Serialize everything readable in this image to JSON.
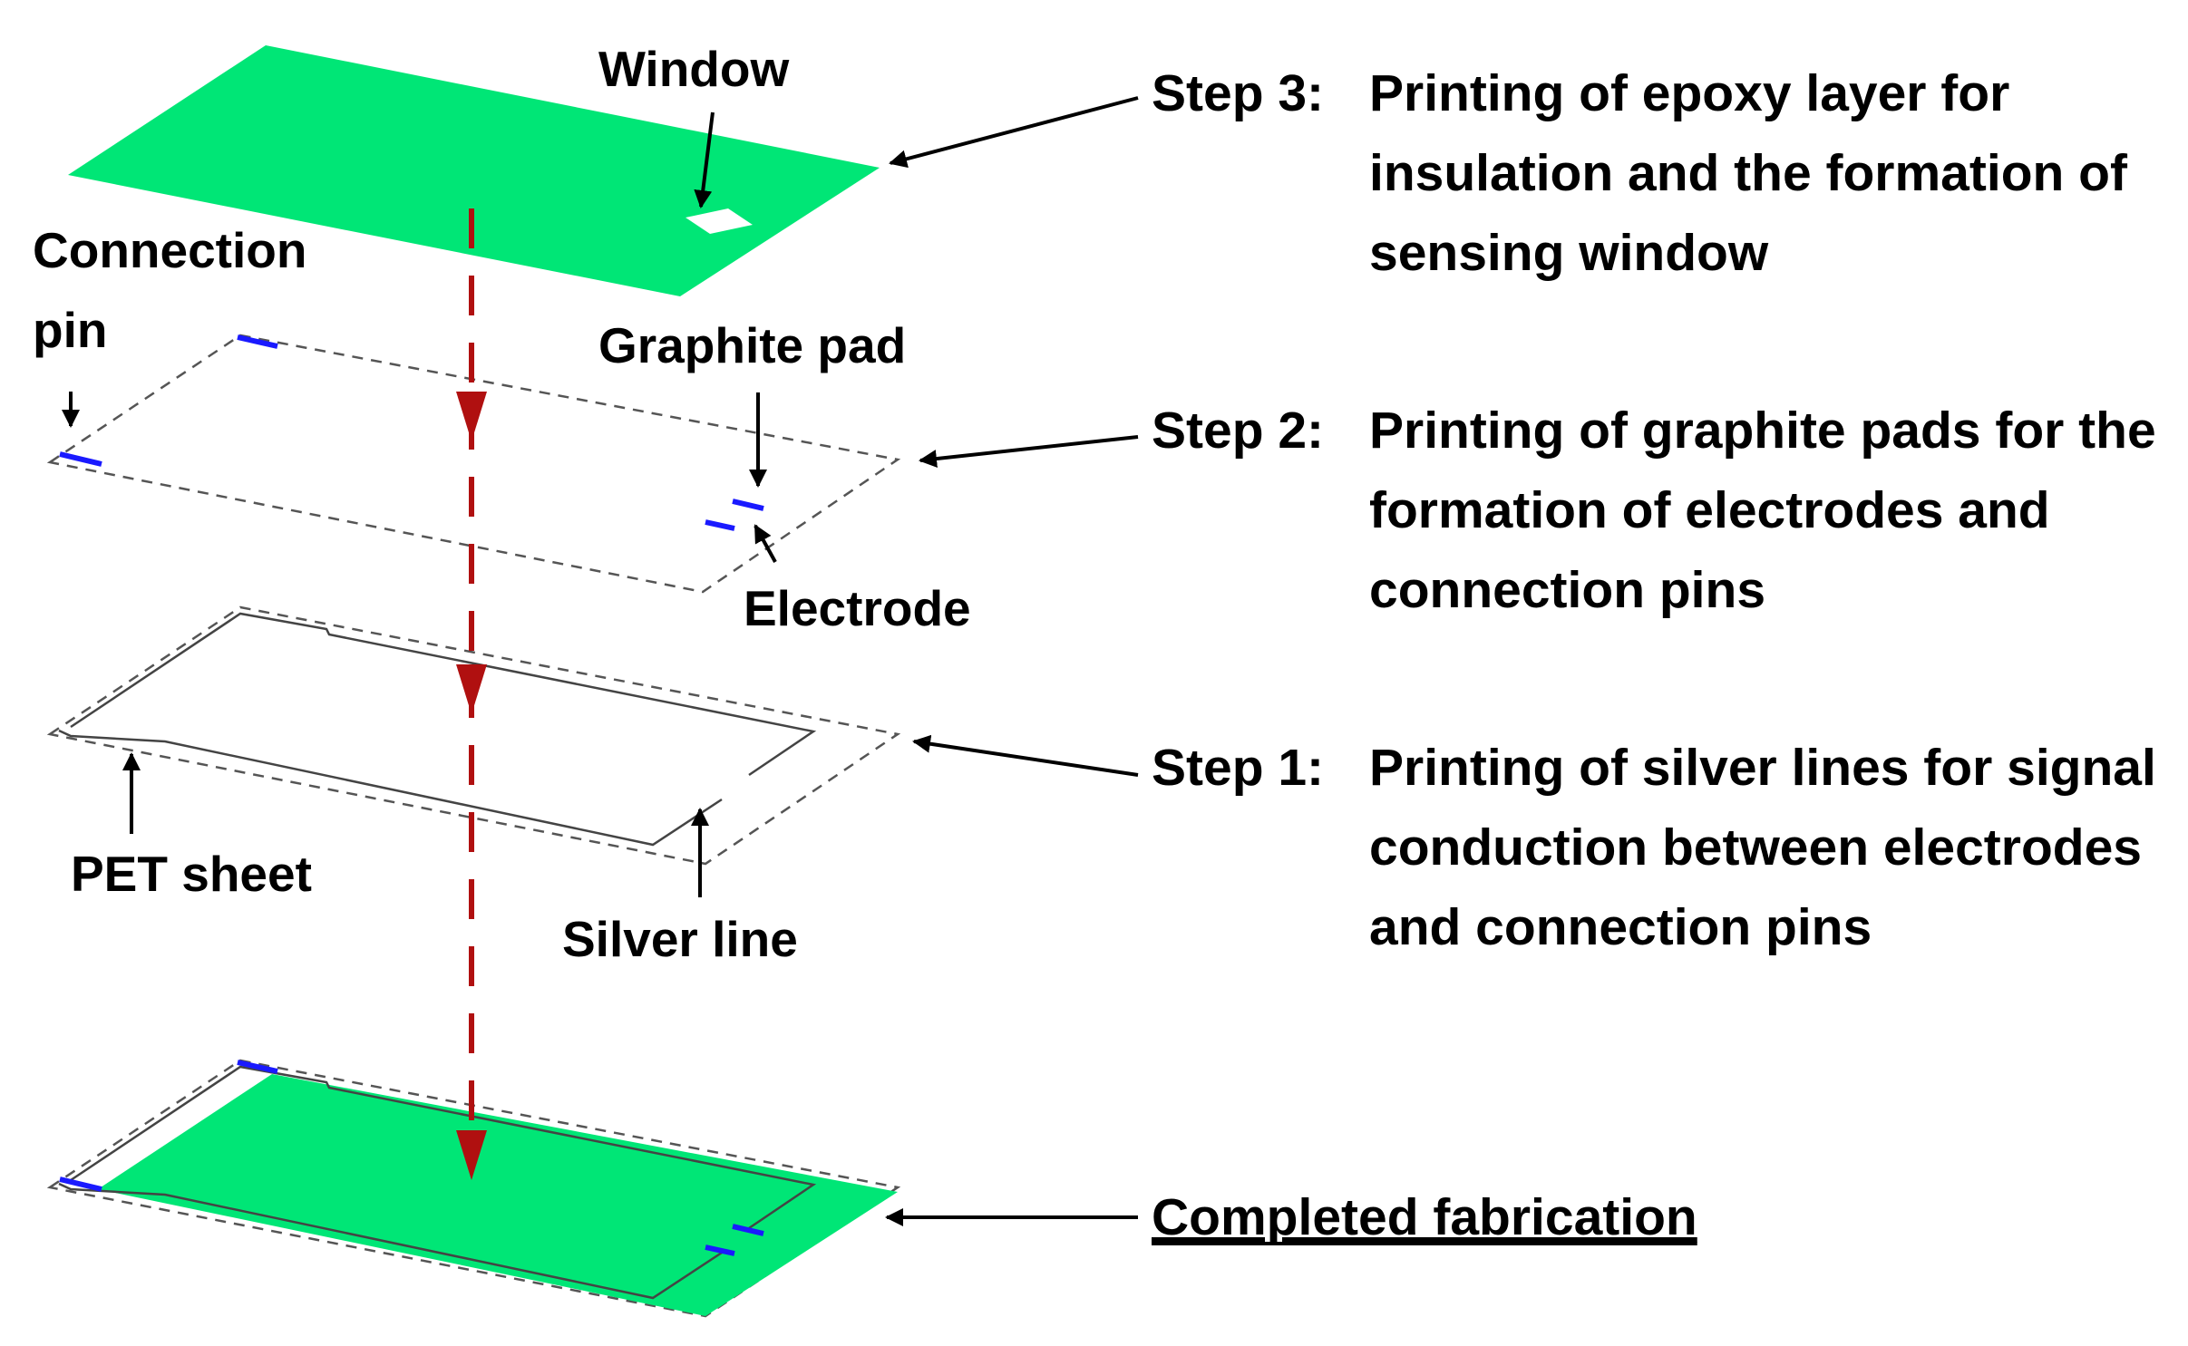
{
  "colors": {
    "epoxy": "#00e676",
    "graphite": "#1a1aff",
    "flow_arrow": "#b01010",
    "outline": "#555555"
  },
  "labels": {
    "window": "Window",
    "connection_pin_line1": "Connection",
    "connection_pin_line2": "pin",
    "graphite_pad": "Graphite pad",
    "electrode": "Electrode",
    "pet_sheet": "PET sheet",
    "silver_line": "Silver line"
  },
  "steps": [
    {
      "label": "Step 3:",
      "lines": [
        "Printing of epoxy layer for",
        "insulation and the formation of",
        "sensing window"
      ]
    },
    {
      "label": "Step 2:",
      "lines": [
        "Printing of graphite pads for the",
        "formation of electrodes and",
        "connection pins"
      ]
    },
    {
      "label": "Step 1:",
      "lines": [
        "Printing of silver lines for signal",
        "conduction between electrodes",
        "and connection pins"
      ]
    }
  ],
  "completed": "Completed fabrication"
}
